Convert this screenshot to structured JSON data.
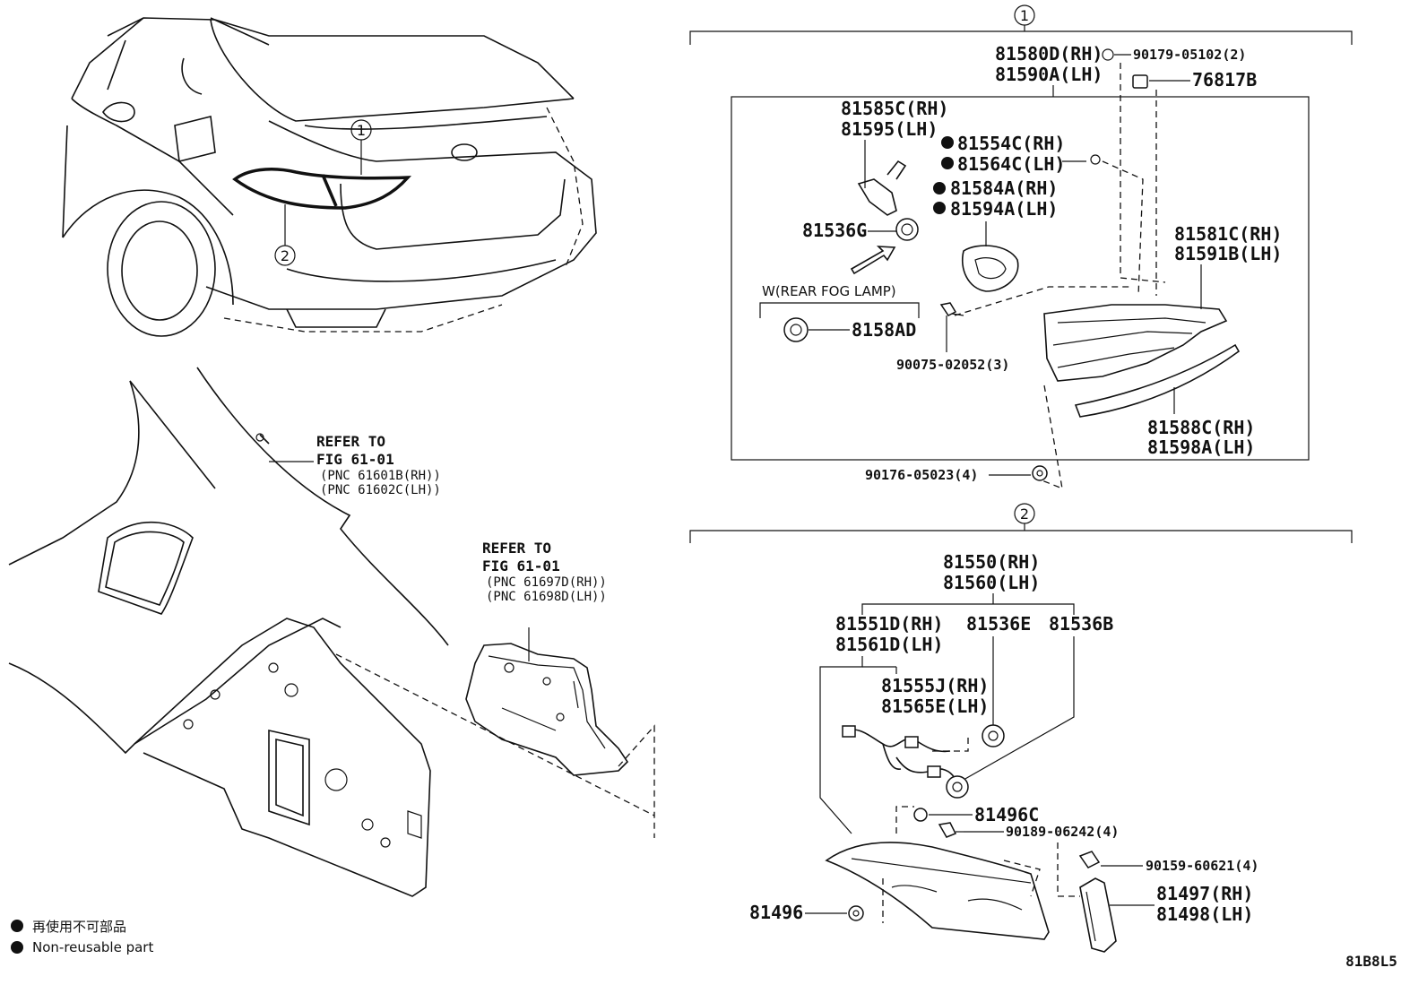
{
  "callouts": {
    "c1": "1",
    "c2": "2"
  },
  "section1": {
    "p81580": [
      "81580D(RH)",
      "81590A(LH)"
    ],
    "p90179": "90179-05102(2)",
    "p76817": "76817B",
    "p81585": [
      "81585C(RH)",
      "81595(LH)"
    ],
    "p81554": [
      "81554C(RH)",
      "81564C(LH)"
    ],
    "p81584": [
      "81584A(RH)",
      "81594A(LH)"
    ],
    "p81536G": "81536G",
    "p81581": [
      "81581C(RH)",
      "81591B(LH)"
    ],
    "fog_label": "W(REAR FOG LAMP)",
    "p8158AD": "8158AD",
    "p90075": "90075-02052(3)",
    "p81588": [
      "81588C(RH)",
      "81598A(LH)"
    ],
    "p90176": "90176-05023(4)"
  },
  "section2": {
    "p81550": [
      "81550(RH)",
      "81560(LH)"
    ],
    "p81551": [
      "81551D(RH)",
      "81561D(LH)"
    ],
    "p81536E": "81536E",
    "p81536B": "81536B",
    "p81555": [
      "81555J(RH)",
      "81565E(LH)"
    ],
    "p81496C": "81496C",
    "p90189": "90189-06242(4)",
    "p90159": "90159-60621(4)",
    "p81497": [
      "81497(RH)",
      "81498(LH)"
    ],
    "p81496": "81496"
  },
  "refer1": {
    "lines": [
      "REFER TO",
      "FIG 61-01"
    ],
    "pnc": [
      "(PNC 61601B(RH))",
      "(PNC 61602C(LH))"
    ]
  },
  "refer2": {
    "lines": [
      "REFER TO",
      "FIG 61-01"
    ],
    "pnc": [
      "(PNC 61697D(RH))",
      "(PNC 61698D(LH))"
    ]
  },
  "legend": {
    "japanese": "再使用不可部品",
    "english": "Non-reusable part"
  },
  "diagram_code": "81B8L5"
}
